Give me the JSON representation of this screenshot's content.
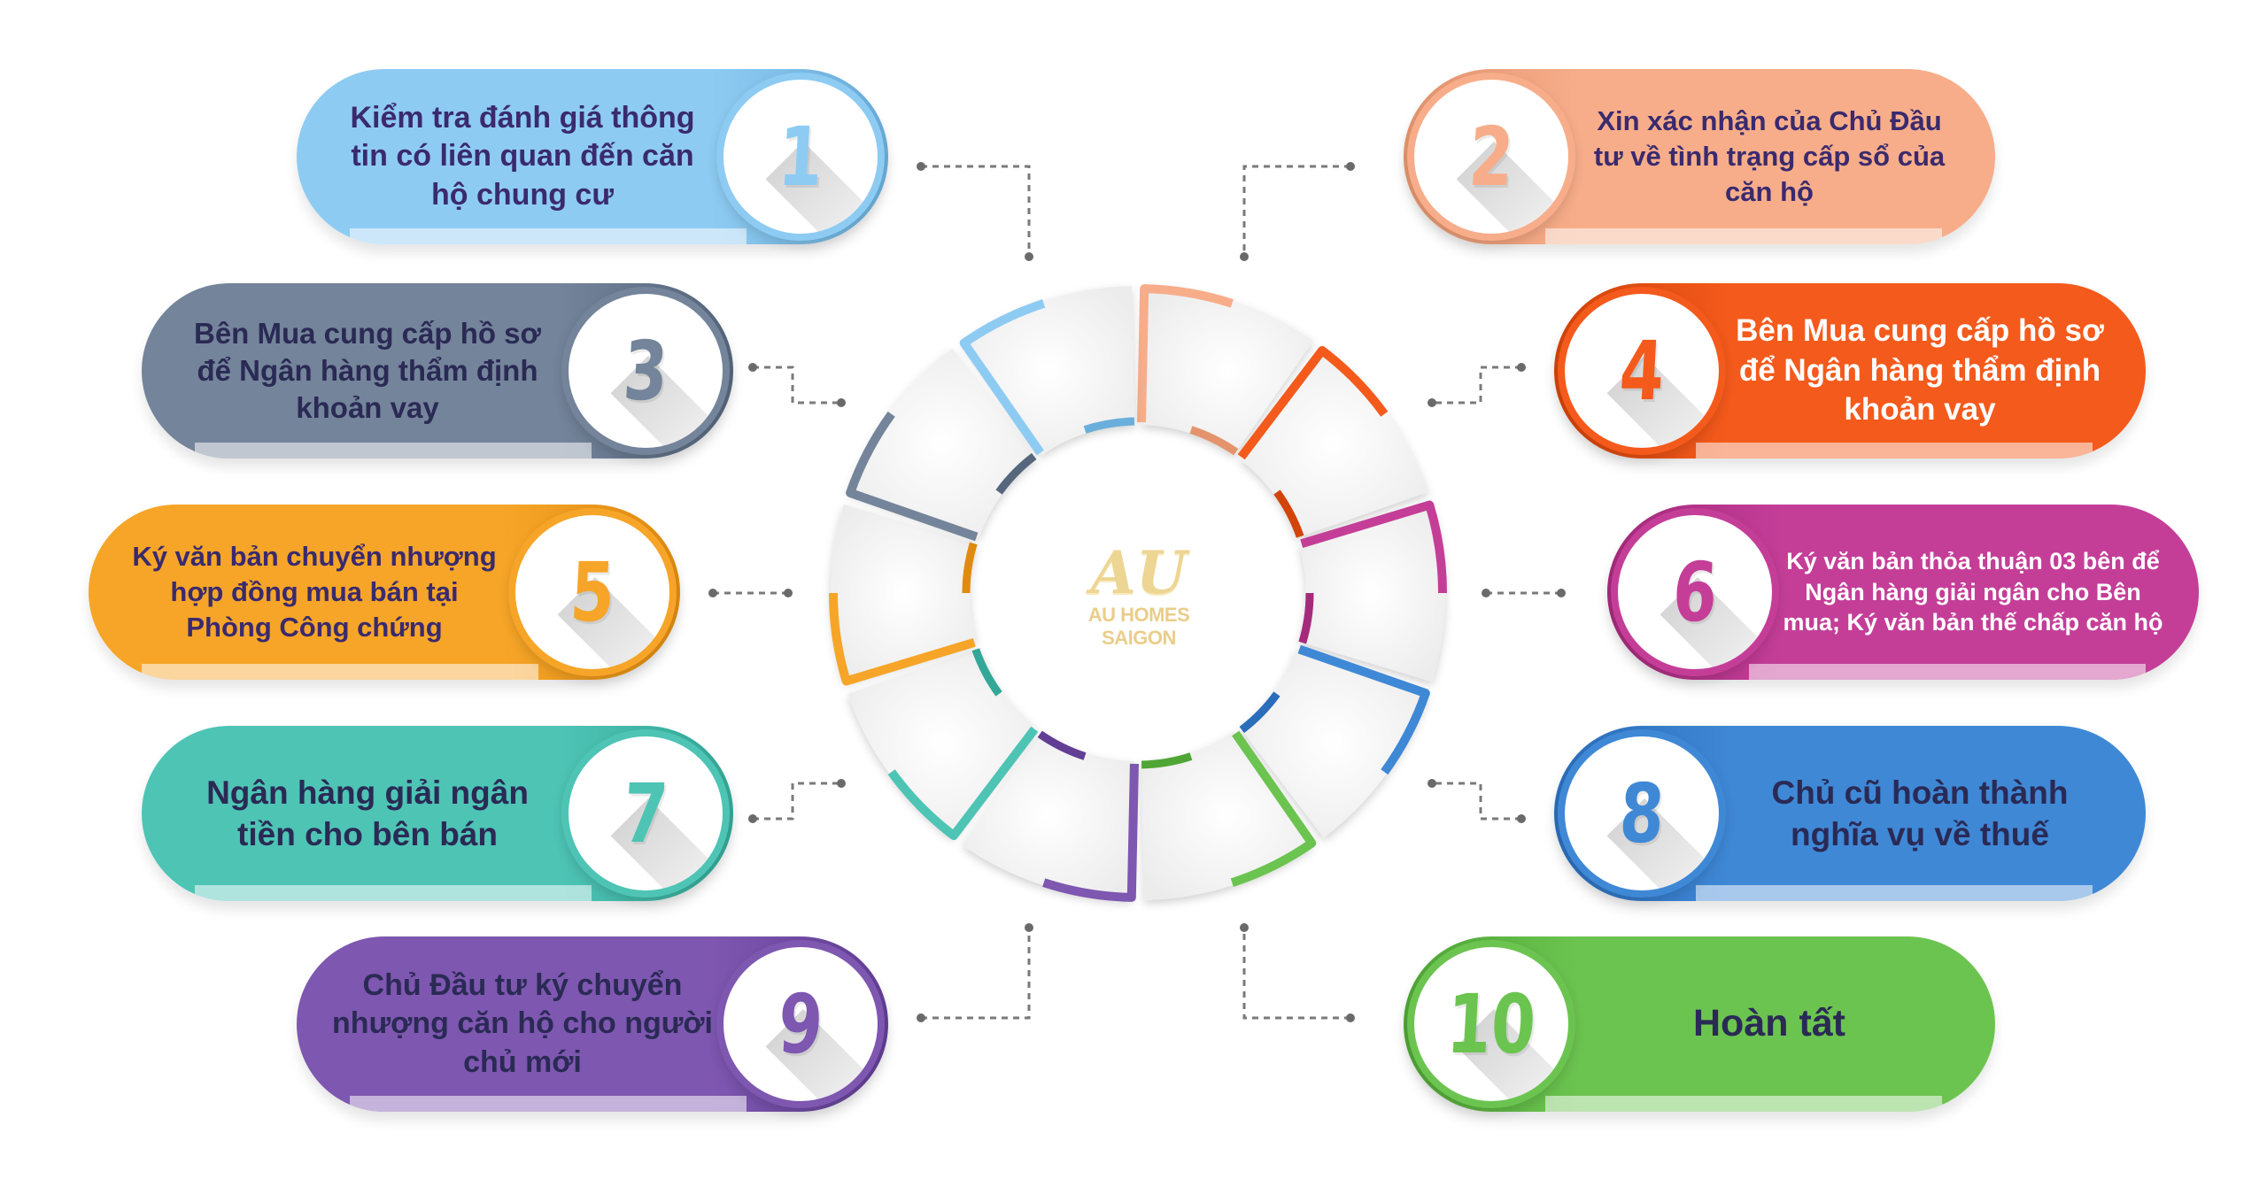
{
  "logo": {
    "mark": "AU",
    "name": "AU HOMES SAIGON"
  },
  "steps": [
    {
      "number": "1",
      "text": "Kiểm tra đánh giá thông tin có liên quan đến căn hộ chung cư",
      "color": "#8ecbf2",
      "dark": "#6aaedb",
      "text_color": "#3a2a6e"
    },
    {
      "number": "2",
      "text": "Xin xác nhận của Chủ Đầu tư về tình trạng cấp sổ của căn hộ",
      "color": "#f7ad8a",
      "dark": "#e4946d",
      "text_color": "#3a2a6e"
    },
    {
      "number": "3",
      "text": "Bên Mua cung cấp hồ sơ để Ngân hàng thẩm định khoản vay",
      "color": "#74849a",
      "dark": "#56667c",
      "text_color": "#2a2a55"
    },
    {
      "number": "4",
      "text": "Bên Mua cung cấp hồ sơ để Ngân hàng thẩm định khoản vay",
      "color": "#f45a1c",
      "dark": "#d2440a",
      "text_color": "#ffffff"
    },
    {
      "number": "5",
      "text": "Ký văn bản chuyển nhượng hợp đồng mua bán tại Phòng Công chứng",
      "color": "#f6a528",
      "dark": "#e08b10",
      "text_color": "#3a2a6e"
    },
    {
      "number": "6",
      "text": "Ký văn bản thỏa thuận 03 bên để Ngân hàng giải ngân cho Bên mua; Ký văn bản thế chấp căn hộ",
      "color": "#c43e98",
      "dark": "#a52a7c",
      "text_color": "#ffffff"
    },
    {
      "number": "7",
      "text": "Ngân hàng giải ngân tiền cho bên bán",
      "color": "#4ec4b5",
      "dark": "#33a898",
      "text_color": "#2a2a55"
    },
    {
      "number": "8",
      "text": "Chủ cũ hoàn thành nghĩa vụ về thuế",
      "color": "#3f88d6",
      "dark": "#2a6dbb",
      "text_color": "#2a2a55"
    },
    {
      "number": "9",
      "text": "Chủ Đầu tư ký chuyển nhượng căn hộ cho người chủ mới",
      "color": "#7e57b0",
      "dark": "#623e95",
      "text_color": "#2a2a55"
    },
    {
      "number": "10",
      "text": "Hoàn tất",
      "color": "#6cc450",
      "dark": "#4fa636",
      "text_color": "#2a2a55"
    }
  ]
}
